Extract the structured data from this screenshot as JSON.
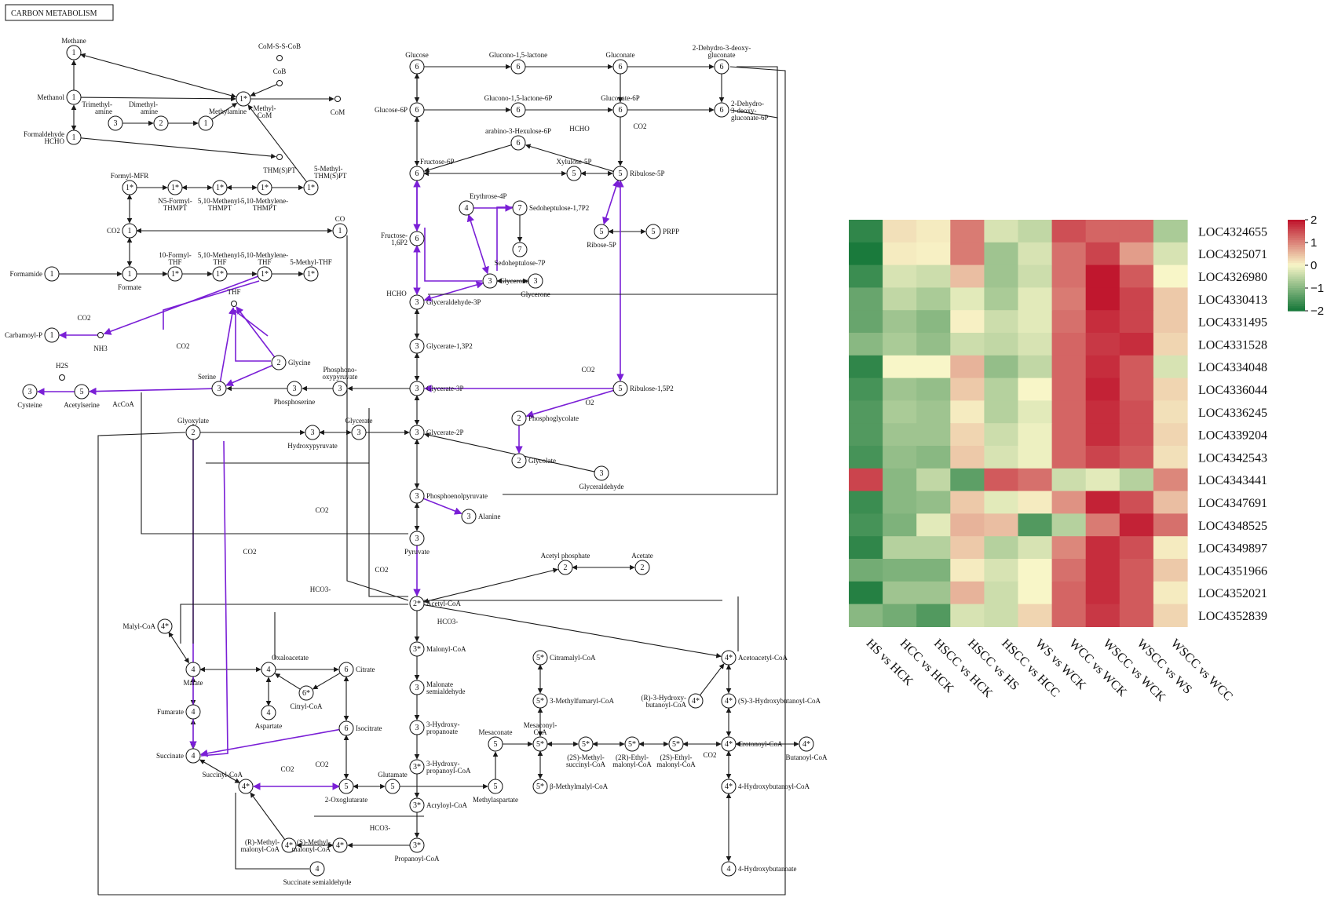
{
  "pathway": {
    "title": "CARBON METABOLISM",
    "edge_color": "#1a1a1a",
    "highlight_color": "#7a1fd6",
    "nodes": [
      {
        "id": "n1",
        "num": "1",
        "label": "Methane"
      },
      {
        "id": "n2",
        "num": "1",
        "label": "Methanol"
      },
      {
        "id": "n3",
        "num": "1",
        "label": "Formaldehyde\nHCHO"
      },
      {
        "id": "n4",
        "num": "1*",
        "label": ""
      },
      {
        "id": "n5",
        "num": "3",
        "label": "Trimethyl-\namine"
      },
      {
        "id": "n6",
        "num": "2",
        "label": "Dimethyl-\namine"
      },
      {
        "id": "n7",
        "num": "1",
        "label": "Methylamine"
      },
      {
        "id": "n8",
        "num": "",
        "label": "CoM-S-S-CoB"
      },
      {
        "id": "n9",
        "num": "",
        "label": "CoB"
      },
      {
        "id": "n10",
        "num": "",
        "label": "CoM"
      },
      {
        "id": "n11",
        "num": "",
        "label": "THM(S)PT"
      },
      {
        "id": "n12",
        "num": "1*",
        "label": "Formyl-MFR"
      },
      {
        "id": "n13",
        "num": "1*",
        "label": "N5-Formyl-\nTHMPT"
      },
      {
        "id": "n14",
        "num": "1*",
        "label": "5,10-Methenyl-\nTHMPT"
      },
      {
        "id": "n15",
        "num": "1*",
        "label": "5,10-Methylene-\nTHMPT"
      },
      {
        "id": "n16",
        "num": "1*",
        "label": "5-Methyl-\nTHM(S)PT"
      },
      {
        "id": "n17",
        "num": "1",
        "label": "CO2"
      },
      {
        "id": "n18",
        "num": "1",
        "label": "CO"
      },
      {
        "id": "n19",
        "num": "1",
        "label": "Formate"
      },
      {
        "id": "n20",
        "num": "1",
        "label": "Formamide"
      },
      {
        "id": "n21",
        "num": "1*",
        "label": "10-Formyl-\nTHF"
      },
      {
        "id": "n22",
        "num": "1*",
        "label": "5,10-Methenyl-\nTHF"
      },
      {
        "id": "n23",
        "num": "1*",
        "label": "5,10-Methylene-\nTHF"
      },
      {
        "id": "n24",
        "num": "1*",
        "label": "5-Methyl-THF"
      },
      {
        "id": "n25",
        "num": "",
        "label": "THF"
      },
      {
        "id": "n26",
        "num": "1",
        "label": "Carbamoyl-P"
      },
      {
        "id": "n27",
        "num": "",
        "label": "NH3"
      },
      {
        "id": "n28",
        "num": "2",
        "label": "Glycine"
      },
      {
        "id": "n29",
        "num": "3",
        "label": "Serine"
      },
      {
        "id": "n30",
        "num": "5",
        "label": "Acetylserine"
      },
      {
        "id": "n31",
        "num": "3",
        "label": "Cysteine"
      },
      {
        "id": "n32",
        "num": "",
        "label": "H2S"
      },
      {
        "id": "n33",
        "num": "3",
        "label": "Phosphoserine"
      },
      {
        "id": "n34",
        "num": "3",
        "label": "Phosphono-\noxypyruvate"
      },
      {
        "id": "n35",
        "num": "2",
        "label": "Glyoxylate"
      },
      {
        "id": "n36",
        "num": "3",
        "label": "Hydroxypyruvate"
      },
      {
        "id": "n37",
        "num": "3",
        "label": "Glycerate"
      },
      {
        "id": "n38",
        "num": "6",
        "label": "Glucose"
      },
      {
        "id": "n39",
        "num": "6",
        "label": "Glucono-1,5-lactone"
      },
      {
        "id": "n40",
        "num": "6",
        "label": "Gluconate"
      },
      {
        "id": "n41",
        "num": "6",
        "label": "2-Dehydro-3-deoxy-\ngluconate"
      },
      {
        "id": "n42",
        "num": "6",
        "label": "Glucose-6P"
      },
      {
        "id": "n43",
        "num": "6",
        "label": "Glucono-1,5-lactone-6P"
      },
      {
        "id": "n44",
        "num": "6",
        "label": "Gluconate-6P"
      },
      {
        "id": "n45",
        "num": "6",
        "label": "2-Dehydro-\n3-deoxy-\ngluconate-6P"
      },
      {
        "id": "n46",
        "num": "6",
        "label": "arabino-3-Hexulose-6P"
      },
      {
        "id": "n47",
        "num": "6",
        "label": "Fructose-6P"
      },
      {
        "id": "n48",
        "num": "5",
        "label": "Xylulose-5P"
      },
      {
        "id": "n49",
        "num": "5",
        "label": "Ribulose-5P"
      },
      {
        "id": "n50",
        "num": "4",
        "label": "Erythrose-4P"
      },
      {
        "id": "n51",
        "num": "7",
        "label": "Sedoheptulose-1,7P2"
      },
      {
        "id": "n52",
        "num": "6",
        "label": "Fructose-\n1,6P2"
      },
      {
        "id": "n53",
        "num": "5",
        "label": "Ribose-5P"
      },
      {
        "id": "n54",
        "num": "5",
        "label": "PRPP"
      },
      {
        "id": "n55",
        "num": "7",
        "label": "Sedoheptulose-7P"
      },
      {
        "id": "n56",
        "num": "3",
        "label": "Glycerone-P"
      },
      {
        "id": "n57",
        "num": "3",
        "label": "Glycerone"
      },
      {
        "id": "n58",
        "num": "3",
        "label": "Glyceraldehyde-3P"
      },
      {
        "id": "n59",
        "num": "3",
        "label": "Glycerate-1,3P2"
      },
      {
        "id": "n60",
        "num": "3",
        "label": "Glycerate-3P"
      },
      {
        "id": "n61",
        "num": "5",
        "label": "Ribulose-1,5P2"
      },
      {
        "id": "n62",
        "num": "2",
        "label": "Phosphoglycolate"
      },
      {
        "id": "n63",
        "num": "2",
        "label": "Glycolate"
      },
      {
        "id": "n64",
        "num": "3",
        "label": "Glycerate-2P"
      },
      {
        "id": "n65",
        "num": "3",
        "label": "Glyceraldehyde"
      },
      {
        "id": "n66",
        "num": "3",
        "label": "Phosphoenolpyruvate"
      },
      {
        "id": "n67",
        "num": "3",
        "label": "Alanine"
      },
      {
        "id": "n68",
        "num": "3",
        "label": "Pyruvate"
      },
      {
        "id": "n69",
        "num": "2",
        "label": "Acetyl phosphate"
      },
      {
        "id": "n70",
        "num": "2",
        "label": "Acetate"
      },
      {
        "id": "n71",
        "num": "2*",
        "label": "Acetyl-CoA"
      },
      {
        "id": "n72",
        "num": "4*",
        "label": "Malyl-CoA"
      },
      {
        "id": "n73",
        "num": "3*",
        "label": "Malonyl-CoA"
      },
      {
        "id": "n74",
        "num": "3",
        "label": "Malonate\nsemialdehyde"
      },
      {
        "id": "n75",
        "num": "3",
        "label": "3-Hydroxy-\npropanoate"
      },
      {
        "id": "n76",
        "num": "3*",
        "label": "3-Hydroxy-\npropanoyl-CoA"
      },
      {
        "id": "n77",
        "num": "3*",
        "label": "Acryloyl-CoA"
      },
      {
        "id": "n78",
        "num": "3*",
        "label": "Propanoyl-CoA"
      },
      {
        "id": "n79",
        "num": "4",
        "label": "Malate"
      },
      {
        "id": "n80",
        "num": "4",
        "label": "Oxaloacetate"
      },
      {
        "id": "n81",
        "num": "6",
        "label": "Citrate"
      },
      {
        "id": "n82",
        "num": "6*",
        "label": "Citryl-CoA"
      },
      {
        "id": "n83",
        "num": "4",
        "label": "Aspartate"
      },
      {
        "id": "n84",
        "num": "4",
        "label": "Fumarate"
      },
      {
        "id": "n85",
        "num": "6",
        "label": "Isocitrate"
      },
      {
        "id": "n86",
        "num": "4",
        "label": "Succinate"
      },
      {
        "id": "n87",
        "num": "4*",
        "label": "Succinyl-CoA"
      },
      {
        "id": "n88",
        "num": "5",
        "label": "2-Oxoglutarate"
      },
      {
        "id": "n89",
        "num": "5",
        "label": "Glutamate"
      },
      {
        "id": "n90",
        "num": "4*",
        "label": "(R)-Methyl-\nmalonyl-CoA"
      },
      {
        "id": "n91",
        "num": "4*",
        "label": "(S)-Methyl-\nmalonyl-CoA"
      },
      {
        "id": "n92",
        "num": "4",
        "label": "Succinate semialdehyde"
      },
      {
        "id": "n93",
        "num": "5",
        "label": "Mesaconate"
      },
      {
        "id": "n94",
        "num": "5",
        "label": "Methylaspartate"
      },
      {
        "id": "n95",
        "num": "5*",
        "label": "Citramalyl-CoA"
      },
      {
        "id": "n96",
        "num": "5*",
        "label": "3-Methylfumaryl-CoA"
      },
      {
        "id": "n97",
        "num": "5*",
        "label": "Mesaconyl-\nCoA"
      },
      {
        "id": "n98",
        "num": "5*",
        "label": "β-Methylmalyl-CoA"
      },
      {
        "id": "n99",
        "num": "5*",
        "label": "(2S)-Methyl-\nsuccinyl-CoA"
      },
      {
        "id": "n100",
        "num": "5*",
        "label": "(2R)-Ethyl-\nmalonyl-CoA"
      },
      {
        "id": "n101",
        "num": "5*",
        "label": "(2S)-Ethyl-\nmalonyl-CoA"
      },
      {
        "id": "n102",
        "num": "4*",
        "label": "Acetoacetyl-CoA"
      },
      {
        "id": "n103",
        "num": "4*",
        "label": "(R)-3-Hydroxy-\nbutanoyl-CoA"
      },
      {
        "id": "n104",
        "num": "4*",
        "label": "(S)-3-Hydroxybutanoyl-CoA"
      },
      {
        "id": "n105",
        "num": "4*",
        "label": "Crotonoyl-CoA"
      },
      {
        "id": "n106",
        "num": "4*",
        "label": "Butanoyl-CoA"
      },
      {
        "id": "n107",
        "num": "4*",
        "label": "4-Hydroxybutanoyl-CoA"
      },
      {
        "id": "n108",
        "num": "4",
        "label": "4-Hydroxybutanoate"
      }
    ],
    "side_labels": [
      {
        "id": "s1",
        "text": "CO2"
      },
      {
        "id": "s2",
        "text": "CO2"
      },
      {
        "id": "s3",
        "text": "CO2"
      },
      {
        "id": "s4",
        "text": "O2"
      },
      {
        "id": "s5",
        "text": "HCHO"
      },
      {
        "id": "s6",
        "text": "HCHO"
      },
      {
        "id": "s7",
        "text": "CO2"
      },
      {
        "id": "s8",
        "text": "CO2"
      },
      {
        "id": "s9",
        "text": "HCO3-"
      },
      {
        "id": "s10",
        "text": "CO2"
      },
      {
        "id": "s11",
        "text": "CO2"
      },
      {
        "id": "s12",
        "text": "HCO3-"
      },
      {
        "id": "s13",
        "text": "CO2"
      },
      {
        "id": "s14",
        "text": "CO2"
      },
      {
        "id": "s15",
        "text": "HCO3-"
      },
      {
        "id": "s16",
        "text": "CO2"
      },
      {
        "id": "s17",
        "text": "AcCoA"
      },
      {
        "id": "s18",
        "text": "Methyl-\nCoM"
      }
    ]
  },
  "heatmap": {
    "rows": [
      "LOC4324655",
      "LOC4325071",
      "LOC4326980",
      "LOC4330413",
      "LOC4331495",
      "LOC4331528",
      "LOC4334048",
      "LOC4336044",
      "LOC4336245",
      "LOC4339204",
      "LOC4342543",
      "LOC4343441",
      "LOC4347691",
      "LOC4348525",
      "LOC4349897",
      "LOC4351966",
      "LOC4352021",
      "LOC4352839"
    ],
    "columns": [
      "HS vs HCK",
      "HCC vs HCK",
      "HSCC vs HCK",
      "HSCC vs HS",
      "HSCC vs HCC",
      "WS vs WCK",
      "WCC vs WCK",
      "WSCC vs WCK",
      "WSCC vs WS",
      "WSCC vs WCC"
    ],
    "legend": {
      "ticks": [
        "2",
        "1",
        "0",
        "−1",
        "−2"
      ],
      "max": 2,
      "min": -2,
      "colors": [
        "#1a7a3c",
        "#f8f6c8",
        "#c0172e"
      ]
    }
  },
  "chart_data": {
    "type": "heatmap",
    "x": [
      "HS vs HCK",
      "HCC vs HCK",
      "HSCC vs HCK",
      "HSCC vs HS",
      "HSCC vs HCC",
      "WS vs WCK",
      "WCC vs WCK",
      "WSCC vs WCK",
      "WSCC vs WS",
      "WSCC vs WCC"
    ],
    "y": [
      "LOC4324655",
      "LOC4325071",
      "LOC4326980",
      "LOC4330413",
      "LOC4331495",
      "LOC4331528",
      "LOC4334048",
      "LOC4336044",
      "LOC4336245",
      "LOC4339204",
      "LOC4342543",
      "LOC4343441",
      "LOC4347691",
      "LOC4348525",
      "LOC4349897",
      "LOC4351966",
      "LOC4352021",
      "LOC4352839"
    ],
    "zlim": [
      -2,
      2
    ],
    "values": [
      [
        -1.8,
        0.2,
        0.1,
        1.1,
        -0.3,
        -0.5,
        1.5,
        1.3,
        1.3,
        -0.7
      ],
      [
        -2.0,
        0.1,
        0.05,
        1.1,
        -0.8,
        -0.3,
        1.2,
        1.6,
        0.8,
        -0.3
      ],
      [
        -1.7,
        -0.3,
        -0.4,
        0.5,
        -0.8,
        -0.4,
        1.2,
        2.0,
        1.4,
        0.0
      ],
      [
        -1.3,
        -0.5,
        -0.7,
        -0.2,
        -0.7,
        -0.2,
        1.1,
        2.0,
        1.6,
        0.4
      ],
      [
        -1.3,
        -0.8,
        -1.0,
        0.05,
        -0.4,
        -0.2,
        1.2,
        1.8,
        1.6,
        0.4
      ],
      [
        -1.0,
        -0.7,
        -0.9,
        -0.4,
        -0.5,
        -0.3,
        1.3,
        1.7,
        1.8,
        0.3
      ],
      [
        -1.8,
        0.0,
        0.0,
        0.6,
        -0.9,
        -0.5,
        1.3,
        1.8,
        1.4,
        -0.3
      ],
      [
        -1.6,
        -0.8,
        -0.9,
        0.4,
        -0.6,
        0.0,
        1.3,
        1.9,
        1.4,
        0.3
      ],
      [
        -1.5,
        -0.7,
        -0.8,
        0.1,
        -0.6,
        -0.2,
        1.3,
        1.8,
        1.5,
        0.2
      ],
      [
        -1.5,
        -0.8,
        -0.8,
        0.3,
        -0.4,
        -0.1,
        1.3,
        1.8,
        1.5,
        0.3
      ],
      [
        -1.6,
        -0.9,
        -1.0,
        0.4,
        -0.3,
        -0.1,
        1.3,
        1.6,
        1.4,
        0.2
      ],
      [
        1.6,
        -1.0,
        -0.5,
        -1.4,
        1.4,
        1.2,
        -0.4,
        -0.2,
        -0.6,
        1.0
      ],
      [
        -1.7,
        -1.0,
        -0.9,
        0.4,
        -0.2,
        0.1,
        0.9,
        1.9,
        1.5,
        0.5
      ],
      [
        -1.6,
        -1.1,
        -0.2,
        0.6,
        0.5,
        -1.5,
        -0.6,
        1.1,
        1.9,
        1.2
      ],
      [
        -1.8,
        -0.6,
        -0.6,
        0.4,
        -0.6,
        -0.3,
        1.0,
        1.8,
        1.5,
        0.1
      ],
      [
        -1.2,
        -1.1,
        -1.1,
        0.1,
        -0.3,
        0.0,
        1.2,
        1.8,
        1.4,
        0.4
      ],
      [
        -1.9,
        -0.8,
        -0.8,
        0.6,
        -0.4,
        0.0,
        1.3,
        1.8,
        1.4,
        0.1
      ],
      [
        -1.0,
        -1.2,
        -1.5,
        -0.3,
        -0.4,
        0.3,
        1.3,
        1.7,
        1.4,
        0.3
      ]
    ]
  }
}
